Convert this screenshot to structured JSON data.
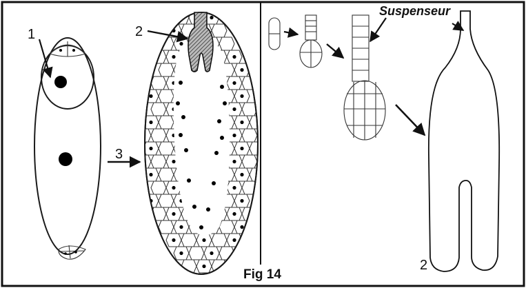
{
  "figure": {
    "caption": "Fig 14",
    "left_panel": {
      "labels": [
        "1",
        "2",
        "3"
      ]
    },
    "right_panel": {
      "suspensor_label": "Suspenseur",
      "final_label": "2"
    }
  }
}
